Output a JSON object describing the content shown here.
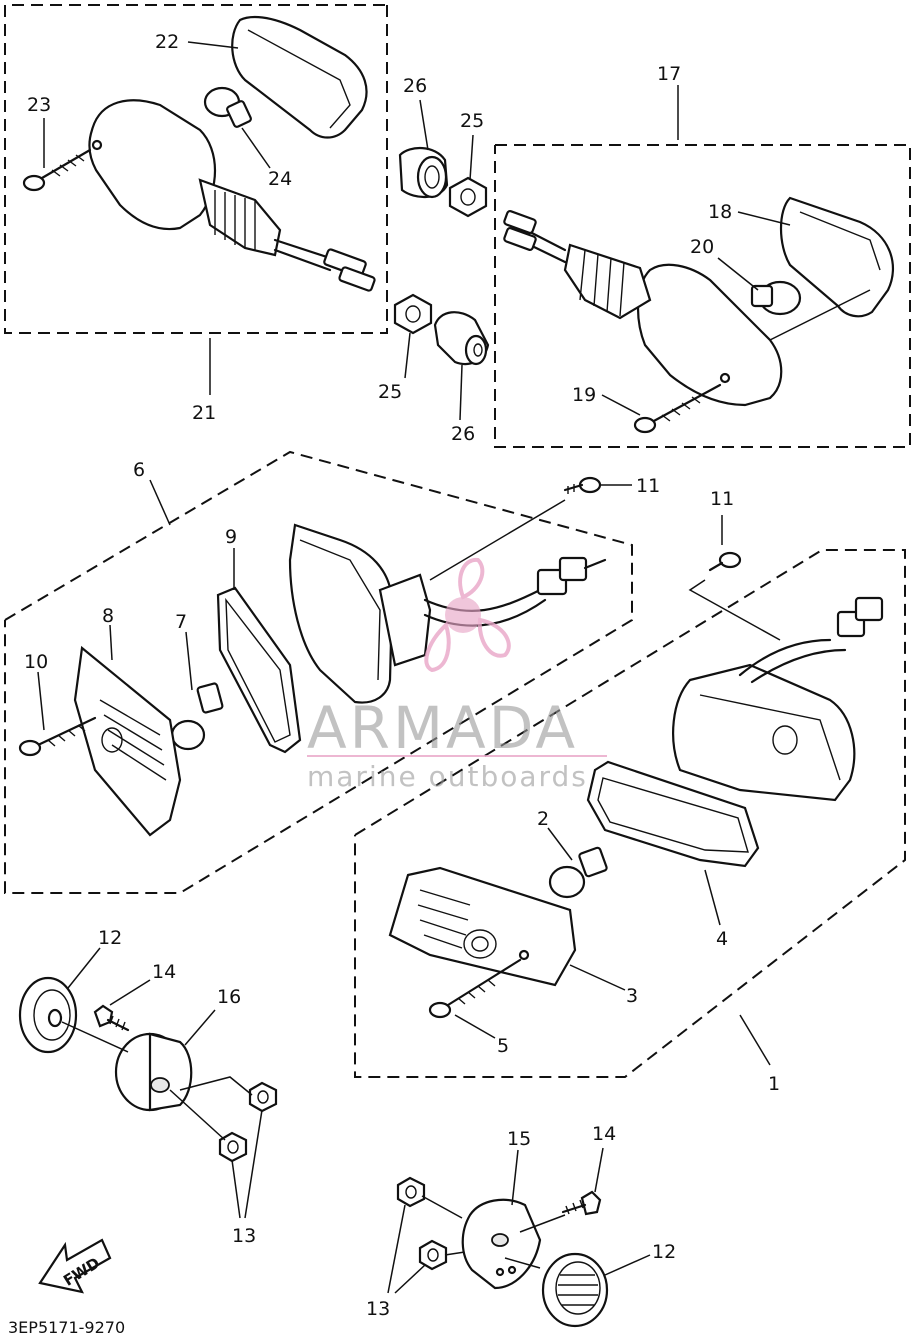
{
  "diagram": {
    "callouts": [
      {
        "id": "c1",
        "text": "1"
      },
      {
        "id": "c2",
        "text": "2"
      },
      {
        "id": "c3",
        "text": "3"
      },
      {
        "id": "c4",
        "text": "4"
      },
      {
        "id": "c5",
        "text": "5"
      },
      {
        "id": "c6",
        "text": "6"
      },
      {
        "id": "c7",
        "text": "7"
      },
      {
        "id": "c8",
        "text": "8"
      },
      {
        "id": "c9",
        "text": "9"
      },
      {
        "id": "c10",
        "text": "10"
      },
      {
        "id": "c11a",
        "text": "11"
      },
      {
        "id": "c11b",
        "text": "11"
      },
      {
        "id": "c12a",
        "text": "12"
      },
      {
        "id": "c12b",
        "text": "12"
      },
      {
        "id": "c13a",
        "text": "13"
      },
      {
        "id": "c13b",
        "text": "13"
      },
      {
        "id": "c14a",
        "text": "14"
      },
      {
        "id": "c14b",
        "text": "14"
      },
      {
        "id": "c15",
        "text": "15"
      },
      {
        "id": "c16",
        "text": "16"
      },
      {
        "id": "c17",
        "text": "17"
      },
      {
        "id": "c18",
        "text": "18"
      },
      {
        "id": "c19",
        "text": "19"
      },
      {
        "id": "c20",
        "text": "20"
      },
      {
        "id": "c21",
        "text": "21"
      },
      {
        "id": "c22",
        "text": "22"
      },
      {
        "id": "c23",
        "text": "23"
      },
      {
        "id": "c24",
        "text": "24"
      },
      {
        "id": "c25a",
        "text": "25"
      },
      {
        "id": "c25b",
        "text": "25"
      },
      {
        "id": "c26a",
        "text": "26"
      },
      {
        "id": "c26b",
        "text": "26"
      }
    ],
    "fwd_label": "FWD",
    "drawing_code": "3EP5171-9270"
  },
  "watermark": {
    "brand": "ARMADA",
    "tagline": "marine outboards",
    "accent_color": "#e9a6c8"
  }
}
